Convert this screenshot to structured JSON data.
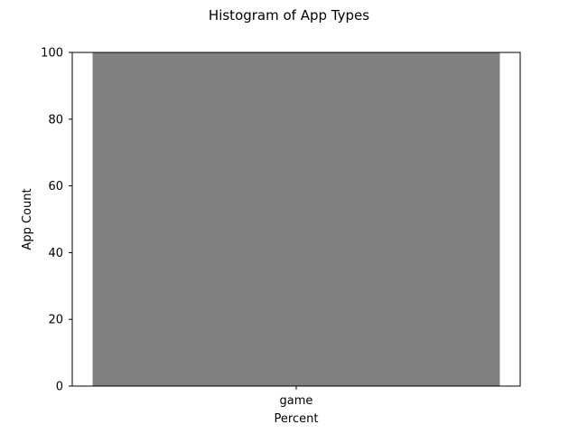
{
  "chart_data": {
    "type": "bar",
    "title": "Histogram of App Types",
    "xlabel": "Percent",
    "ylabel": "App Count",
    "categories": [
      "game"
    ],
    "values": [
      100
    ],
    "ylim": [
      0,
      100
    ],
    "yticks": [
      0,
      20,
      40,
      60,
      80,
      100
    ],
    "grid": false,
    "bar_color": "#808080"
  }
}
